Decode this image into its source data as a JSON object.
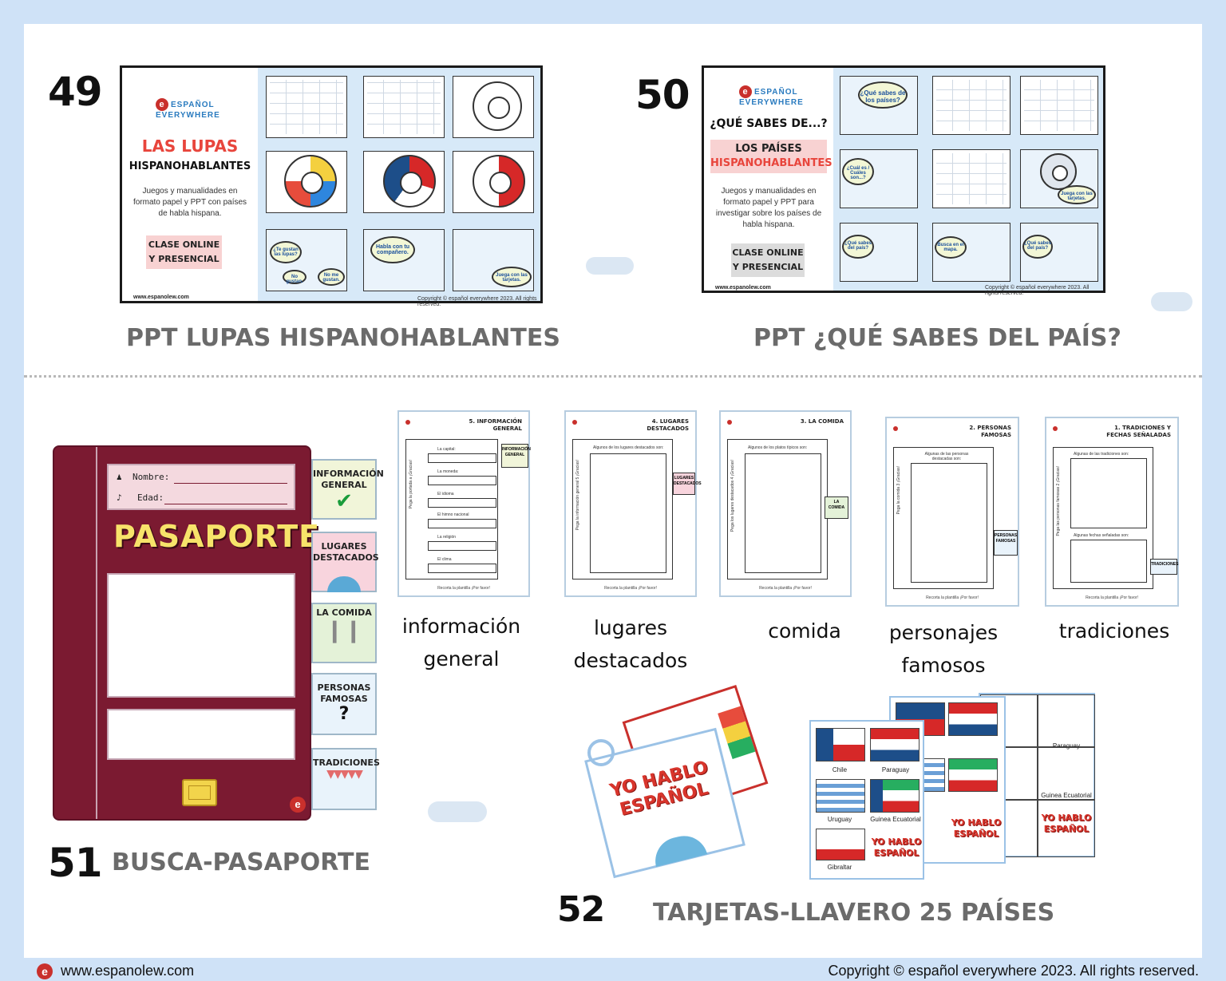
{
  "items": [
    {
      "number": "49",
      "title": "PPT LUPAS HISPANOHABLANTES",
      "slide": {
        "brand": "ESPAÑOL EVERYWHERE",
        "heading_red": "LAS LUPAS",
        "heading_black": "HISPANOHABLANTES",
        "description": "Juegos y manualidades en formato papel y PPT con países de habla hispana.",
        "button_line1": "CLASE ONLINE",
        "button_line2": "Y PRESENCIAL",
        "url": "www.espanolew.com",
        "copyright": "Copyright © español everywhere 2023. All rights reserved.",
        "bubble1": "¿Te gustan las lupas?",
        "bubble2": "No gustan.",
        "bubble3": "No me gustan.",
        "bubble4": "Habla con tu compañero.",
        "bubble5": "Juega con las tarjetas."
      }
    },
    {
      "number": "50",
      "title": "PPT ¿QUÉ SABES DEL PAÍS?",
      "slide": {
        "brand": "ESPAÑOL EVERYWHERE",
        "heading_black": "¿QUÉ SABES DE...?",
        "pill_line1": "LOS PAÍSES",
        "pill_line2": "HISPANOHABLANTES",
        "description": "Juegos y manualidades en formato papel y PPT para investigar sobre los países de habla hispana.",
        "button_line1": "CLASE ONLINE",
        "button_line2": "Y PRESENCIAL",
        "url": "www.espanolew.com",
        "copyright": "Copyright © español everywhere 2023. All rights reserved.",
        "bubble1": "¿Qué sabes de los países?",
        "bubble2": "¿Cuál es / Cuáles son...?",
        "bubble3": "Juega con las tarjetas.",
        "bubble4": "¿Qué sabes del país?",
        "bubble5": "Busca en el mapa.",
        "bubble6": "¿Qué sabes del país?"
      }
    },
    {
      "number": "51",
      "title": "BUSCA-PASAPORTE",
      "passport": {
        "name_label": "Nombre:",
        "age_label": "Edad:",
        "title": "PASAPORTE"
      },
      "tabs": [
        "INFORMACIÓN GENERAL",
        "LUGARES DESTACADOS",
        "LA COMIDA",
        "PERSONAS FAMOSAS",
        "TRADICIONES"
      ]
    },
    {
      "number": "52",
      "title": "TARJETAS-LLAVERO 25 PAÍSES",
      "keycard_text": "YO HABLO ESPAÑOL",
      "countries": [
        "Chile",
        "Paraguay",
        "Uruguay",
        "Guinea Ecuatorial",
        "Gibraltar"
      ]
    }
  ],
  "sheets": [
    {
      "header": "5. INFORMACIÓN GENERAL",
      "caption_line1": "información",
      "caption_line2": "general",
      "fields": [
        "La capital:",
        "La moneda:",
        "El idioma",
        "El himno nacional",
        "La religión",
        "El clima"
      ],
      "side_text": "Pega la portada a ¡Gracias!",
      "tab": "INFORMACIÓN GENERAL",
      "footer": "Recorta la plantilla ¡Por favor!"
    },
    {
      "header": "4. LUGARES DESTACADOS",
      "caption_line1": "lugares",
      "caption_line2": "destacados",
      "box_label": "Algunos de los lugares destacados son:",
      "side_text": "Pega la información general 5 ¡Gracias!",
      "tab": "LUGARES DESTACADOS",
      "footer": "Recorta la plantilla ¡Por favor!"
    },
    {
      "header": "3. LA COMIDA",
      "caption_line1": "comida",
      "caption_line2": "",
      "box_label": "Algunos de los platos típicos son:",
      "side_text": "Pega los lugares destacados 4 ¡Gracias!",
      "tab": "LA COMIDA",
      "footer": "Recorta la plantilla ¡Por favor!"
    },
    {
      "header": "2. PERSONAS FAMOSAS",
      "caption_line1": "personajes",
      "caption_line2": "famosos",
      "box_label": "Algunas de las personas destacadas son:",
      "side_text": "Pega la comida 3 ¡Gracias!",
      "tab": "PERSONAS FAMOSAS",
      "footer": "Recorta la plantilla ¡Por favor!"
    },
    {
      "header": "1. TRADICIONES Y FECHAS SEÑALADAS",
      "caption_line1": "tradiciones",
      "caption_line2": "",
      "box_label": "Algunas de las tradiciones son:",
      "box_label2": "Algunas fechas señaladas son:",
      "side_text": "Pega las personas famosas 2 ¡Gracias!",
      "tab": "TRADICIONES",
      "footer": "Recorta la plantilla ¡Por favor!"
    }
  ],
  "footer": {
    "url": "www.espanolew.com",
    "copyright": "Copyright © español everywhere 2023. All rights reserved."
  },
  "colors": {
    "background": "#cfe2f7",
    "passport": "#7b1a31",
    "accent_red": "#e8453c",
    "title_grey": "#6b6b6b"
  }
}
